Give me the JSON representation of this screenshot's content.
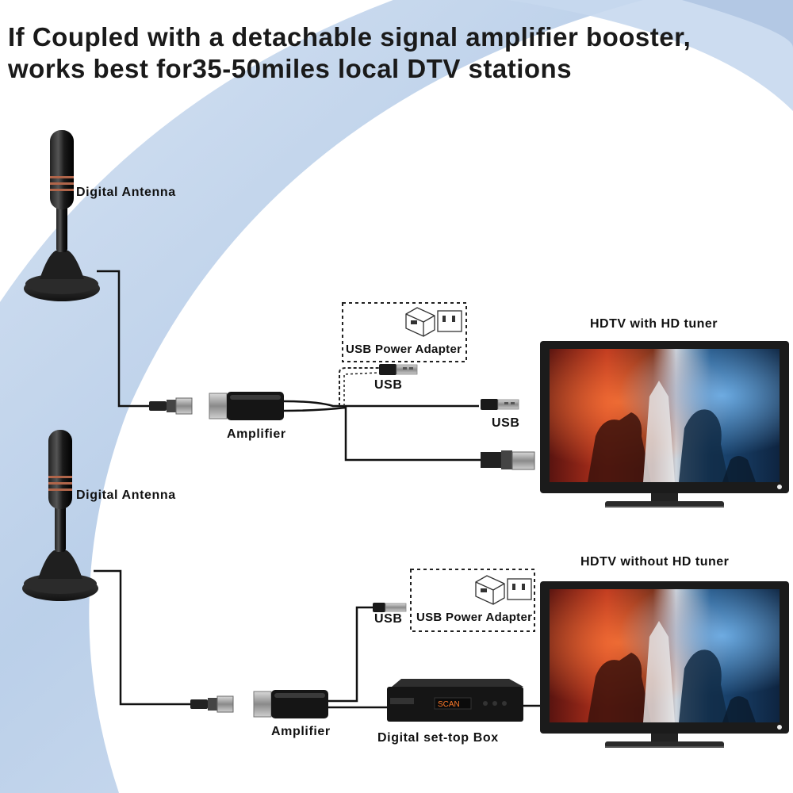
{
  "title": {
    "line1": "If Coupled with a detachable signal amplifier booster,",
    "line2": "works best for35-50miles local DTV stations"
  },
  "setup_top": {
    "antenna_label": "Digital  Antenna",
    "amplifier_label": "Amplifier",
    "adapter_label": "USB Power Adapter",
    "usb_label_1": "USB",
    "usb_label_2": "USB",
    "tv_label": "HDTV with HD tuner"
  },
  "setup_bottom": {
    "antenna_label": "Digital  Antenna",
    "amplifier_label": "Amplifier",
    "adapter_label": "USB Power Adapter",
    "usb_label": "USB",
    "stb_label": "Digital  set-top Box",
    "stb_display": "SCAN",
    "tv_label": "HDTV without HD tuner"
  },
  "colors": {
    "background_arc": "#c9d9ee",
    "cable": "#111111",
    "tv_frame": "#1a1a1a"
  },
  "icons": [
    "antenna-icon",
    "amplifier-icon",
    "usb-plug-icon",
    "power-adapter-icon",
    "coax-connector-icon",
    "tv-icon",
    "set-top-box-icon"
  ]
}
